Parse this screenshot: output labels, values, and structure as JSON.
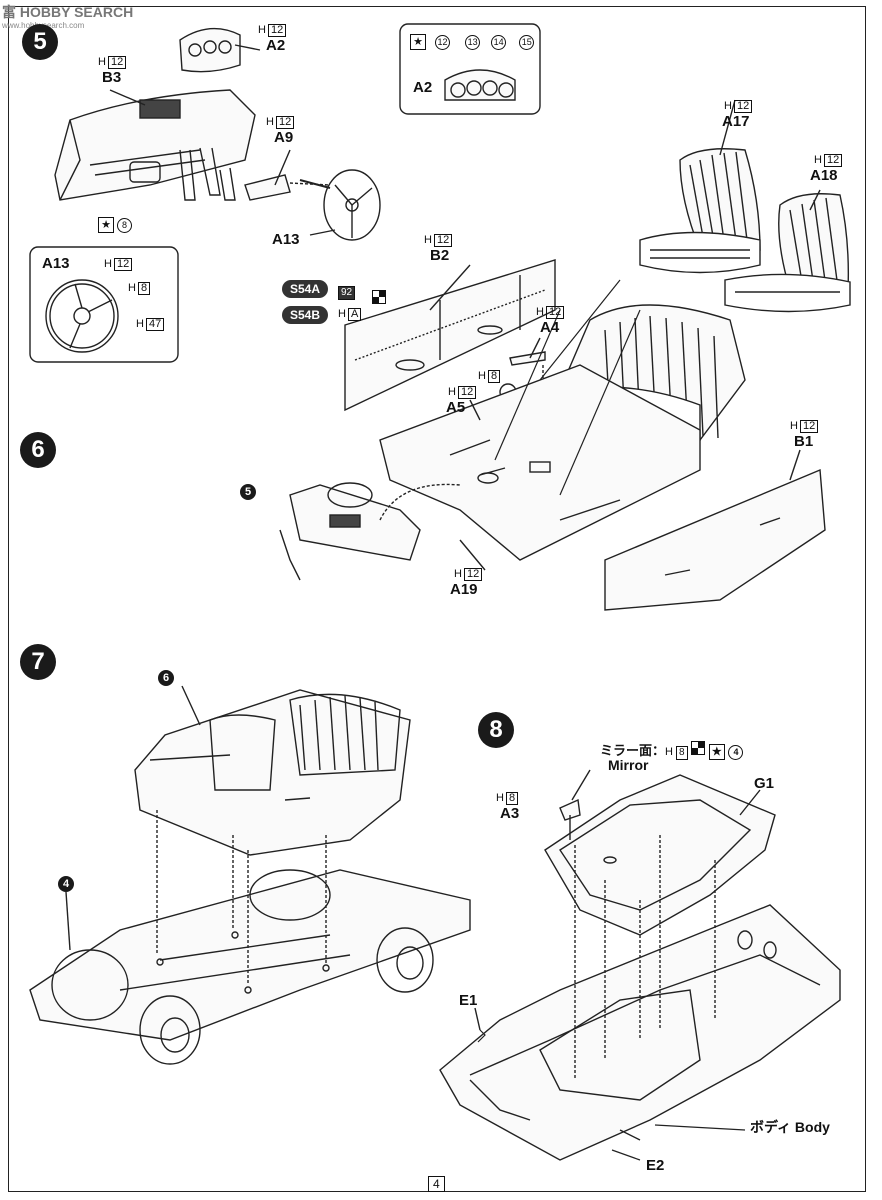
{
  "watermark": {
    "logo_text": "富",
    "text": "HOBBY SEARCH",
    "url": "www.hobbysearch.com"
  },
  "page_number": "4",
  "steps": {
    "s5": {
      "number": "5"
    },
    "s6": {
      "number": "6"
    },
    "s7": {
      "number": "7"
    },
    "s8": {
      "number": "8"
    }
  },
  "parts": {
    "a2_top": {
      "label": "A2",
      "h": "H",
      "color": "12"
    },
    "b3": {
      "label": "B3",
      "h": "H",
      "color": "12"
    },
    "a9": {
      "label": "A9",
      "h": "H",
      "color": "12"
    },
    "a13": {
      "label": "A13"
    },
    "star8": {
      "num": "8"
    },
    "a2_box": {
      "label": "A2",
      "c1": "12",
      "c2": "13",
      "c3": "14",
      "c4": "15"
    },
    "a13_box": {
      "label": "A13",
      "h1": "H",
      "c1": "12",
      "h2": "H",
      "c2": "8",
      "h3": "H",
      "c3": "47"
    },
    "a17": {
      "label": "A17",
      "h": "H",
      "color": "12"
    },
    "a18": {
      "label": "A18",
      "h": "H",
      "color": "12"
    },
    "b2": {
      "label": "B2",
      "h": "H",
      "color": "12"
    },
    "s54a": {
      "label": "S54A",
      "code": "92"
    },
    "s54b": {
      "label": "S54B",
      "h": "H",
      "code": "A"
    },
    "a4": {
      "label": "A4",
      "h": "H",
      "color": "12"
    },
    "a5": {
      "label": "A5",
      "h1": "H",
      "c1": "8",
      "h2": "H",
      "c2": "12"
    },
    "b1": {
      "label": "B1",
      "h": "H",
      "color": "12"
    },
    "a19": {
      "label": "A19",
      "h": "H",
      "color": "12"
    },
    "ref5": {
      "num": "5"
    },
    "ref6": {
      "num": "6"
    },
    "ref4": {
      "num": "4"
    },
    "mirror": {
      "jp": "ミラー面：",
      "h": "H",
      "c": "8",
      "num": "4",
      "en": "Mirror"
    },
    "a3": {
      "label": "A3",
      "h": "H",
      "color": "8"
    },
    "g1": {
      "label": "G1"
    },
    "e1": {
      "label": "E1"
    },
    "e2": {
      "label": "E2"
    },
    "body": {
      "jp": "ボディ",
      "en": "Body"
    }
  }
}
